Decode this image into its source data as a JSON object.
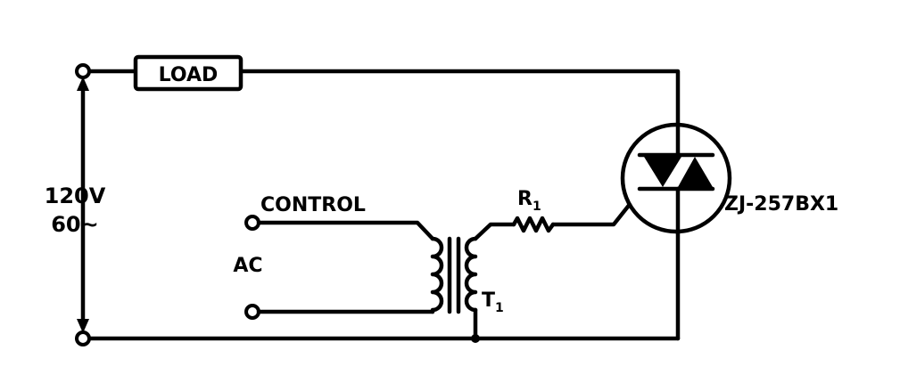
{
  "diagram": {
    "load_label": "LOAD",
    "supply_voltage": "120V",
    "supply_frequency": "60~",
    "control_label": "CONTROL",
    "ac_label": "AC",
    "resistor_label": "R",
    "resistor_subscript": "1",
    "transformer_label": "T",
    "transformer_subscript": "1",
    "triac_part_number": "ZJ-257BX1"
  },
  "colors": {
    "ink": "#000000",
    "paper": "#ffffff"
  }
}
